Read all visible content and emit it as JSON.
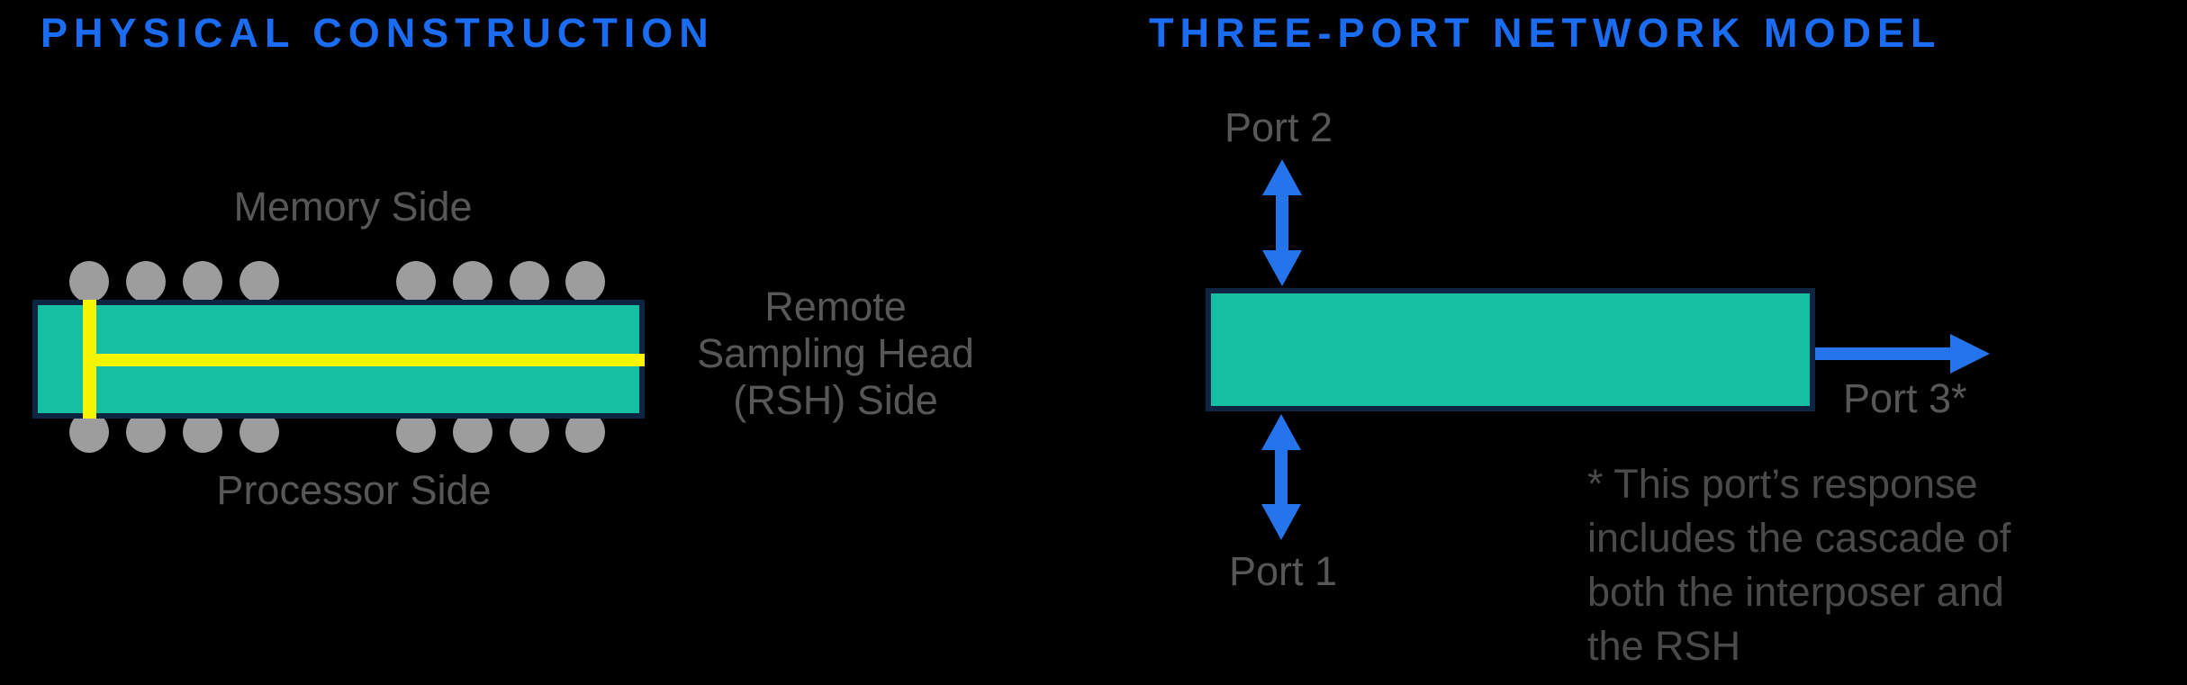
{
  "left_panel": {
    "title": "PHYSICAL CONSTRUCTION",
    "top_label": "Memory Side",
    "bottom_label": "Processor Side",
    "right_label": "Remote\nSampling Head\n(RSH) Side"
  },
  "right_panel": {
    "title": "THREE-PORT NETWORK MODEL",
    "port2_label": "Port 2",
    "port1_label": "Port 1",
    "port3_label": "Port 3*",
    "footnote": "* This port’s response\nincludes the cascade of\nboth the interposer and\nthe RSH"
  },
  "colors": {
    "background": "#000000",
    "title_blue": "#1a6cf2",
    "arrow_blue": "#2574ec",
    "interposer_teal": "#15bfa2",
    "border_navy": "#0d2543",
    "trace_yellow": "#f8f500",
    "solder_ball_gray": "#9d9d9d",
    "label_gray": "#575757",
    "footnote_gray": "#4a4a4a"
  }
}
